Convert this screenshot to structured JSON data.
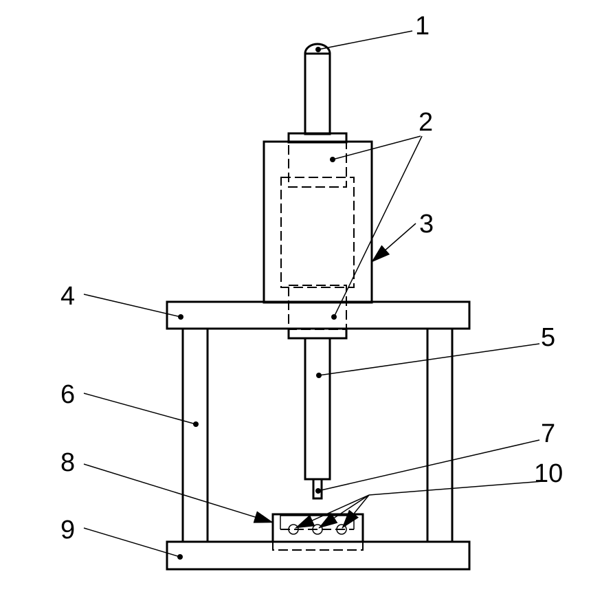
{
  "diagram": {
    "colors": {
      "line": "#000000",
      "background": "#ffffff"
    },
    "labels": [
      {
        "id": "1",
        "text": "1"
      },
      {
        "id": "2",
        "text": "2"
      },
      {
        "id": "3",
        "text": "3"
      },
      {
        "id": "4",
        "text": "4"
      },
      {
        "id": "5",
        "text": "5"
      },
      {
        "id": "6",
        "text": "6"
      },
      {
        "id": "7",
        "text": "7"
      },
      {
        "id": "8",
        "text": "8"
      },
      {
        "id": "9",
        "text": "9"
      },
      {
        "id": "10",
        "text": "10"
      }
    ]
  }
}
